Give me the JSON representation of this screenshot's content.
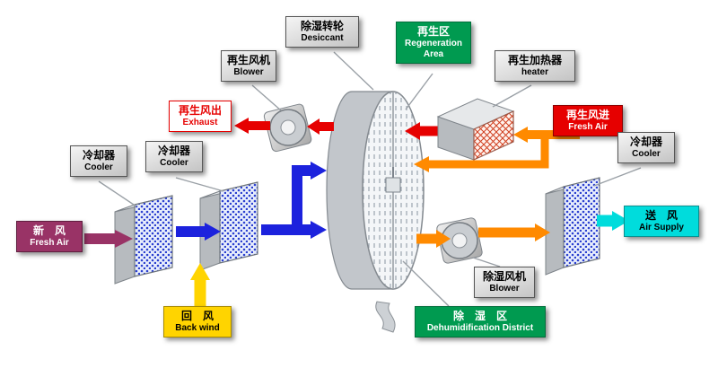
{
  "colors": {
    "purple": "#993366",
    "blue": "#1c22dd",
    "yellow": "#ffd400",
    "red": "#e60000",
    "orange": "#ff8a00",
    "cyan": "#00dcdc",
    "green": "#009a50"
  },
  "labels": {
    "desiccant": {
      "zh": "除湿转轮",
      "en": "Desiccant"
    },
    "regen_area": {
      "zh": "再生区",
      "en": "Regeneration Area"
    },
    "regen_blower": {
      "zh": "再生风机",
      "en": "Blower"
    },
    "regen_heater": {
      "zh": "再生加热器",
      "en": "heater"
    },
    "exhaust": {
      "zh": "再生风出",
      "en": "Exhaust"
    },
    "regen_fresh_air": {
      "zh": "再生风进",
      "en": "Fresh Air"
    },
    "cooler1": {
      "zh": "冷却器",
      "en": "Cooler"
    },
    "cooler2": {
      "zh": "冷却器",
      "en": "Cooler"
    },
    "cooler3": {
      "zh": "冷却器",
      "en": "Cooler"
    },
    "fresh_air": {
      "zh": "新　风",
      "en": "Fresh Air"
    },
    "air_supply": {
      "zh": "送　风",
      "en": "Air Supply"
    },
    "dehumid_blower": {
      "zh": "除湿风机",
      "en": "Blower"
    },
    "back_wind": {
      "zh": "回　风",
      "en": "Back wind"
    },
    "dehumid_district": {
      "zh": "除　湿　区",
      "en": "Dehumidification District"
    }
  }
}
